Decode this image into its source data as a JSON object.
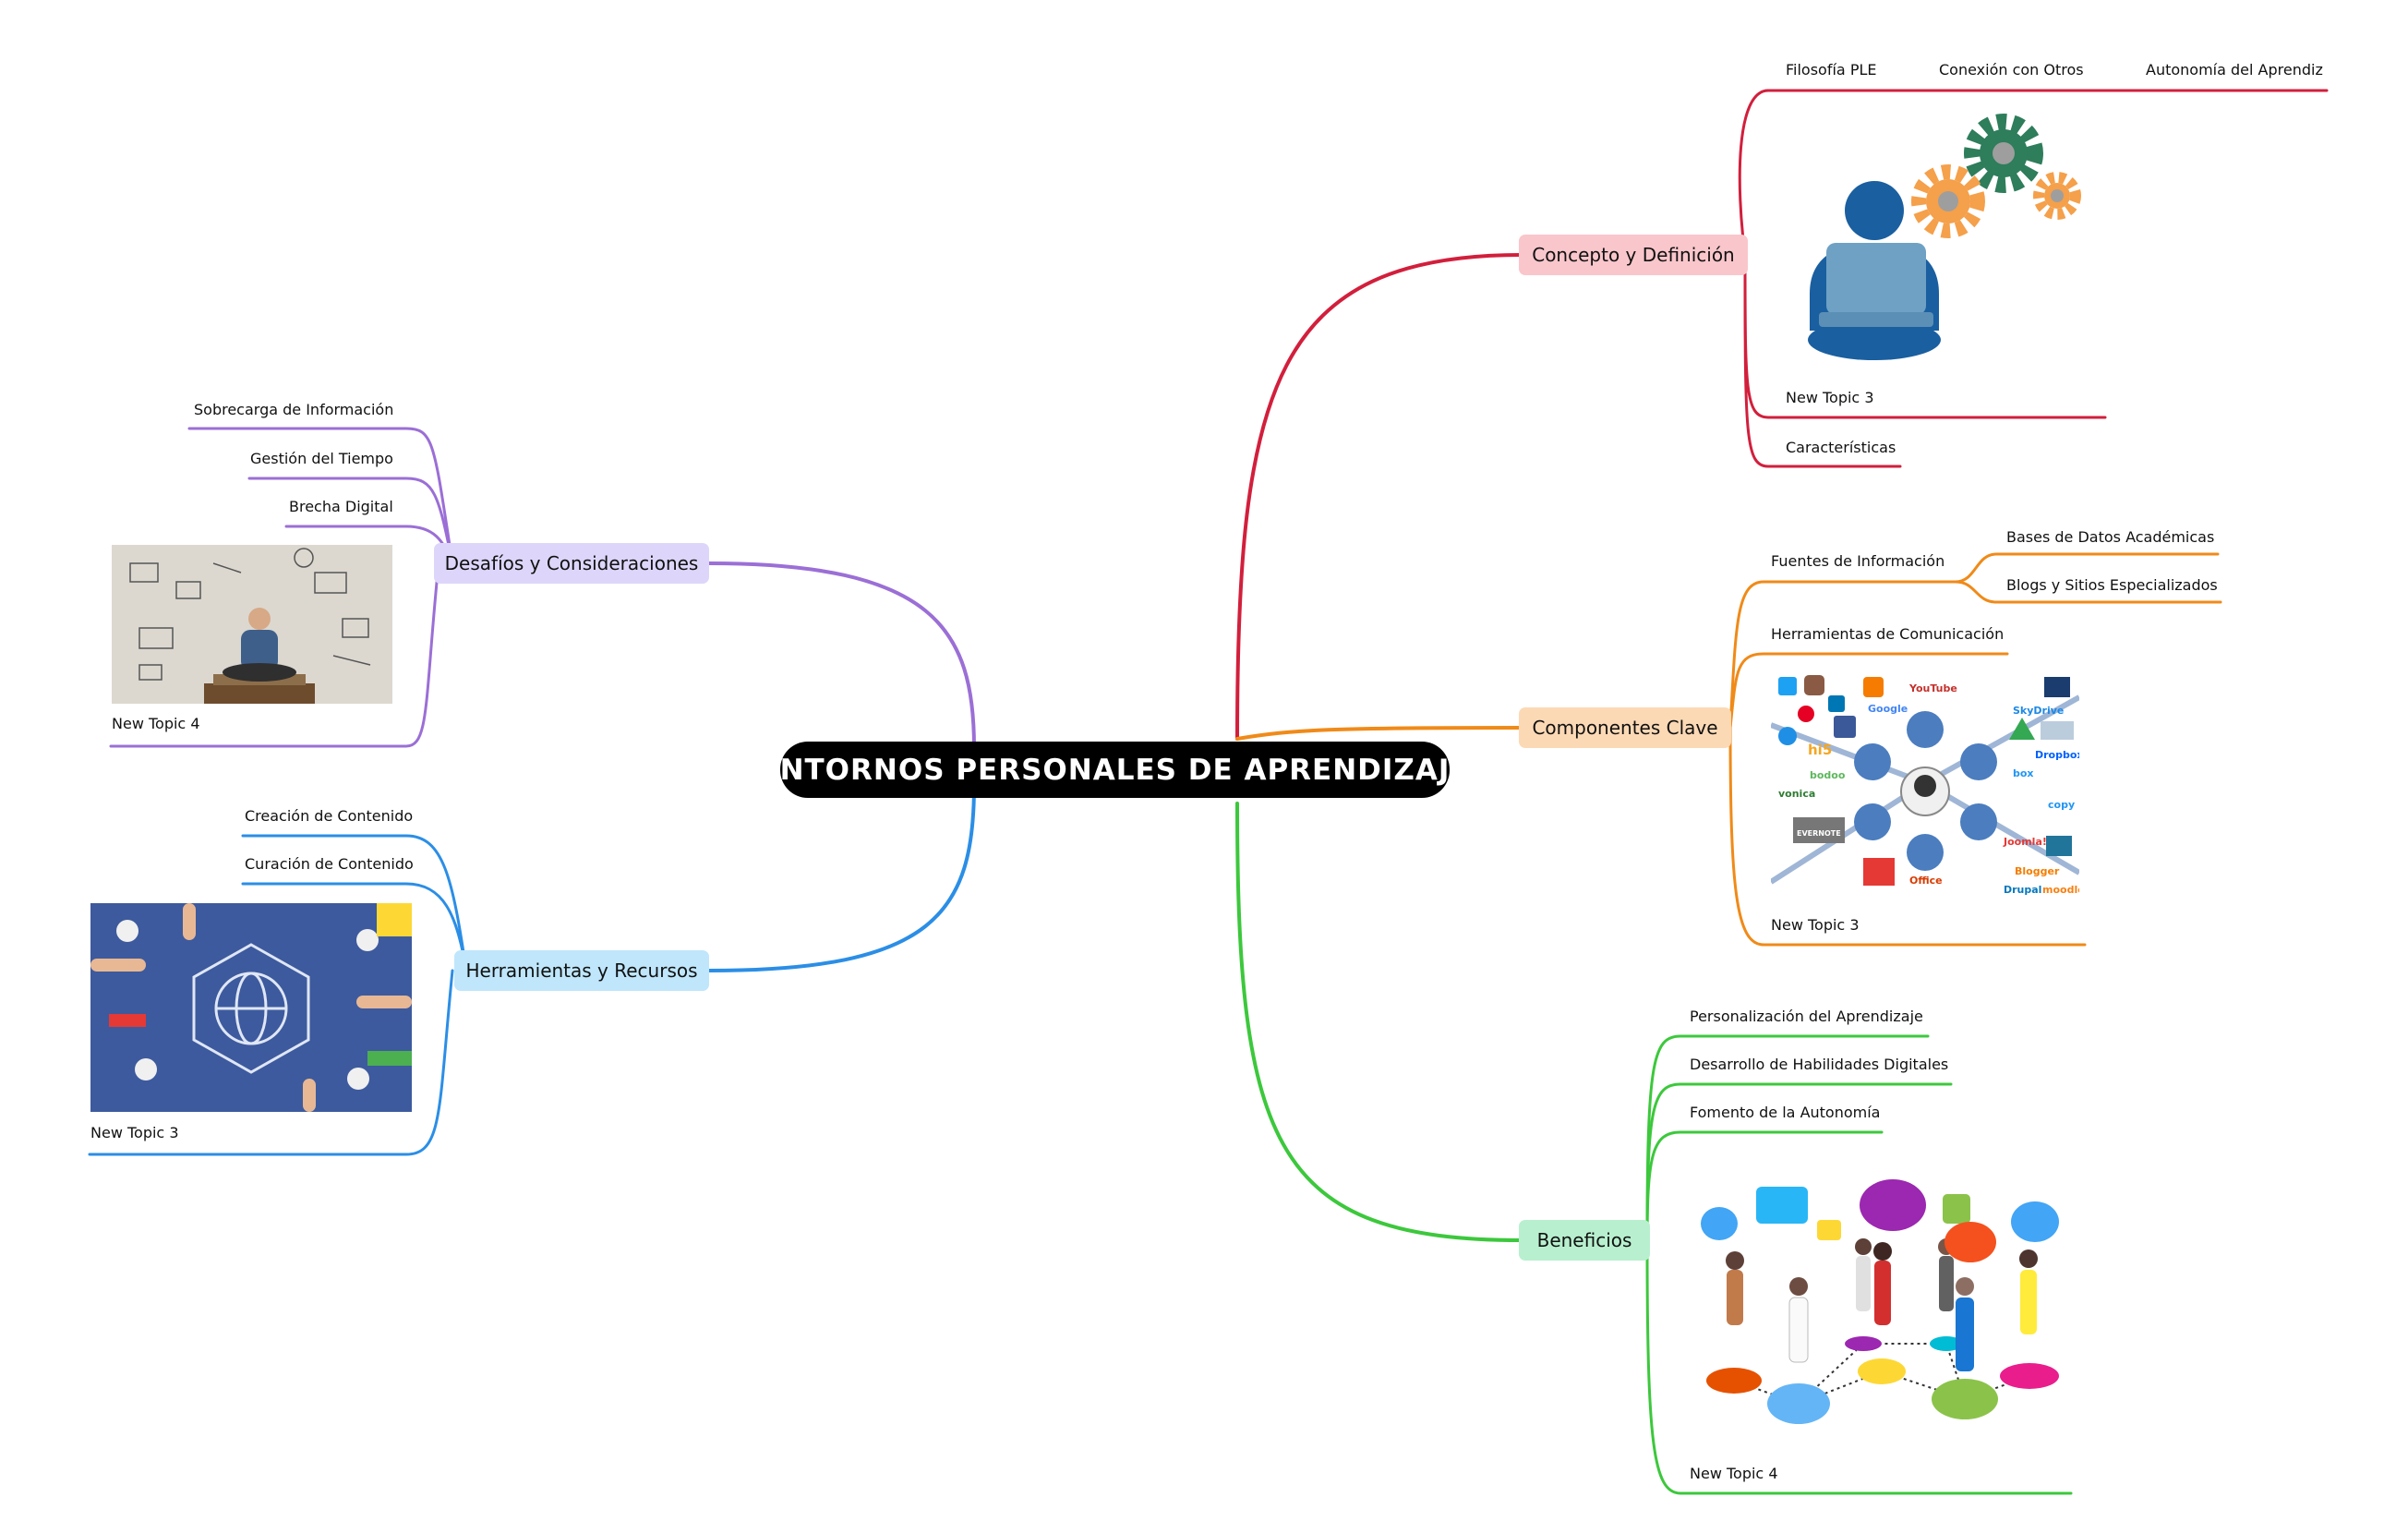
{
  "central": "ENTORNOS PERSONALES DE APRENDIZAJE",
  "colors": {
    "concepto": "#d21f3c",
    "componentes": "#f08a18",
    "beneficios": "#3cc83c",
    "desafios": "#9b6fd6",
    "herramientas": "#2b8ee6",
    "central_bg": "#000000"
  },
  "right": {
    "concepto": {
      "label": "Concepto y Definición",
      "fill": "#f9c6cb",
      "topics": [
        "Filosofía PLE",
        "Conexión con Otros",
        "Autonomía del Aprendiz"
      ],
      "image_topic": "New Topic 3",
      "image": "person-laptop-gears",
      "caracteristicas": "Características"
    },
    "componentes": {
      "label": "Componentes Clave",
      "fill": "#fcd9b5",
      "fuentes": "Fuentes de Información",
      "fuentes_children": [
        "Bases de Datos Académicas",
        "Blogs y Sitios Especializados"
      ],
      "comunicacion": "Herramientas de Comunicación",
      "image_topic": "New Topic 3",
      "image": "ple-tools-network"
    },
    "beneficios": {
      "label": "Beneficios",
      "fill": "#b8f0cf",
      "items": [
        "Personalización del Aprendizaje",
        "Desarrollo de Habilidades Digitales",
        "Fomento de la Autonomía"
      ],
      "image_topic": "New Topic 4",
      "image": "connected-people-social-icons"
    }
  },
  "left": {
    "desafios": {
      "label": "Desafíos y Consideraciones",
      "fill": "#ddd6fa",
      "items": [
        "Sobrecarga de Información",
        "Gestión del Tiempo",
        "Brecha Digital"
      ],
      "image_topic": "New Topic 4",
      "image": "man-meditating-on-books"
    },
    "herramientas": {
      "label": "Herramientas y Recursos",
      "fill": "#bfe6fb",
      "items": [
        "Creación de Contenido",
        "Curación de Contenido"
      ],
      "image_topic": "New Topic 3",
      "image": "hands-around-digital-globe"
    }
  }
}
